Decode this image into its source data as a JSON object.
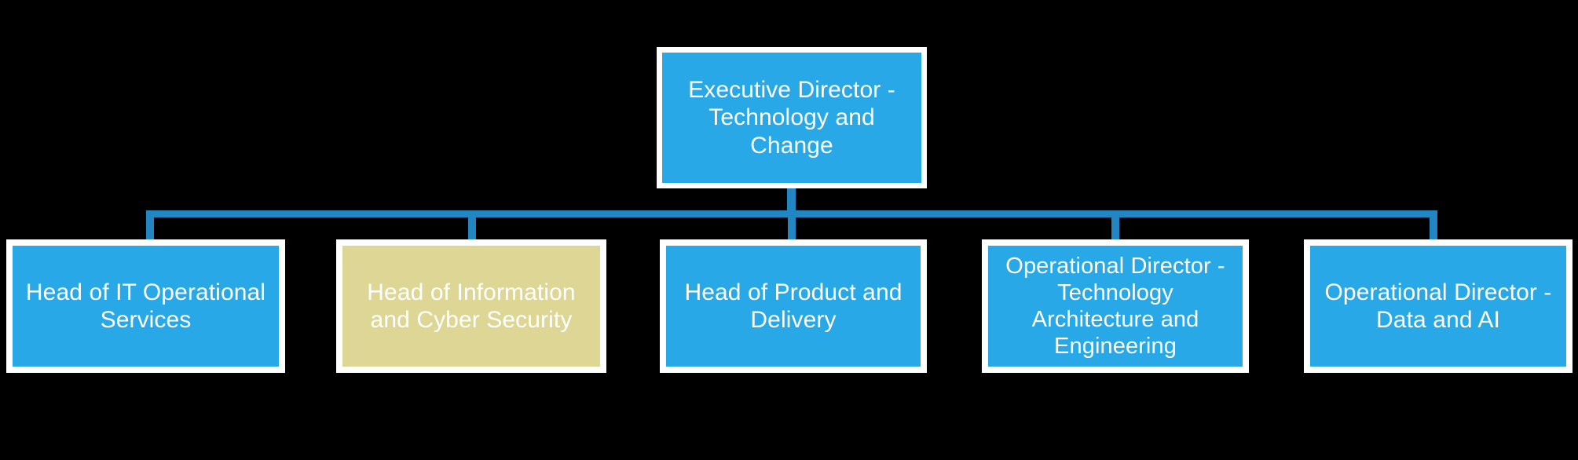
{
  "chart_data": {
    "type": "diagram",
    "diagram_type": "organisation-chart",
    "title": "",
    "background_color": "#000000",
    "connector_color": "#2286C2",
    "node_border_color": "#FFFFFF",
    "nodes": [
      {
        "id": "root",
        "label": "Executive Director -\nTechnology and\nChange",
        "level": 0,
        "fill": "#29A8E8",
        "text_color": "#FFFFFF"
      },
      {
        "id": "child-0",
        "label": "Head of IT Operational\nServices",
        "level": 1,
        "parent": "root",
        "fill": "#29A8E8",
        "text_color": "#FFFFFF"
      },
      {
        "id": "child-1",
        "label": "Head of Information\nand Cyber Security",
        "level": 1,
        "parent": "root",
        "fill": "#DDD694",
        "text_color": "#FFFFFF"
      },
      {
        "id": "child-2",
        "label": "Head of Product and\nDelivery",
        "level": 1,
        "parent": "root",
        "fill": "#29A8E8",
        "text_color": "#FFFFFF"
      },
      {
        "id": "child-3",
        "label": "Operational Director -\nTechnology\nArchitecture and\nEngineering",
        "level": 1,
        "parent": "root",
        "fill": "#29A8E8",
        "text_color": "#FFFFFF"
      },
      {
        "id": "child-4",
        "label": "Operational Director -\nData and AI",
        "level": 1,
        "parent": "root",
        "fill": "#29A8E8",
        "text_color": "#FFFFFF"
      }
    ],
    "edges": [
      {
        "from": "root",
        "to": "child-0"
      },
      {
        "from": "root",
        "to": "child-1"
      },
      {
        "from": "root",
        "to": "child-2"
      },
      {
        "from": "root",
        "to": "child-3"
      },
      {
        "from": "root",
        "to": "child-4"
      }
    ]
  }
}
